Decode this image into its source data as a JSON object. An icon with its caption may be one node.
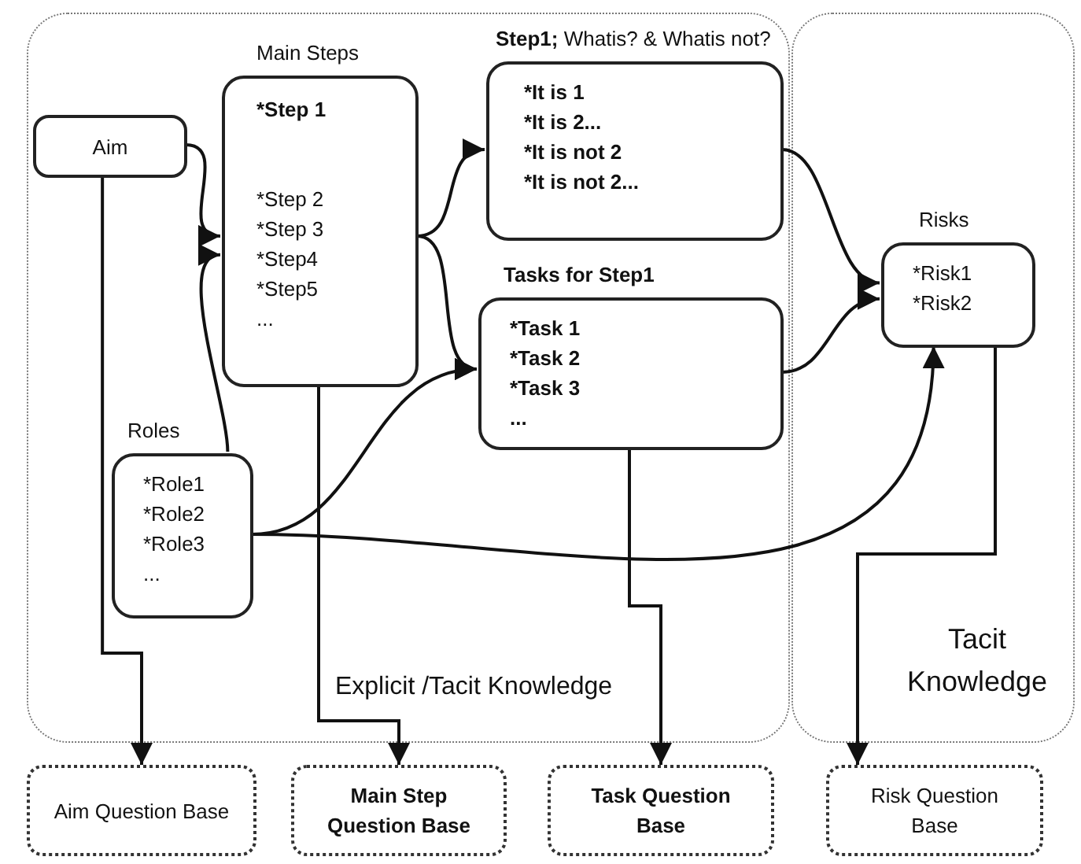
{
  "diagram": {
    "nodes": [
      {
        "text": [
          "Explicit /Tacit Knowledge"
        ]
      },
      {
        "text": [
          "Tacit Knowledge"
        ]
      },
      {
        "text": [
          "Aim"
        ],
        "in": 0
      },
      {
        "text": [
          "Main Steps",
          "*Step 1",
          "*Step 2",
          "*Step 3",
          "*Step4",
          "*Step5",
          "..."
        ],
        "in": 0
      },
      {
        "text": [
          "**Step1;** Whatis? & Whatis not?",
          "*It is 1",
          "*It is 2...",
          "*It is not 2",
          "*It is not 2..."
        ],
        "in": 0
      },
      {
        "text": [
          "Tasks for Step1",
          "*Task 1",
          "*Task 2",
          "*Task 3",
          "..."
        ],
        "in": 0
      },
      {
        "text": [
          "Roles",
          "*Role1",
          "*Role2",
          "*Role3",
          "..."
        ],
        "in": 0
      },
      {
        "text": [
          "Risks",
          "*Risk1",
          "*Risk2"
        ],
        "in": 1
      },
      {
        "text": [
          "Aim Question Base"
        ]
      },
      {
        "text": [
          "Main Step Question Base"
        ]
      },
      {
        "text": [
          "Task Question Base"
        ]
      },
      {
        "text": [
          "Risk Question Base"
        ]
      }
    ],
    "edges": [
      {
        "from": 2,
        "to": 3,
        "arrow": "to"
      },
      {
        "from": 6,
        "to": 3,
        "arrow": "to"
      },
      {
        "from": 3,
        "to": 4,
        "arrow": "to"
      },
      {
        "from": 3,
        "to": 5,
        "arrow": "to"
      },
      {
        "from": 6,
        "to": 5,
        "arrow": "to"
      },
      {
        "from": 6,
        "to": 7,
        "arrow": "to"
      },
      {
        "from": 4,
        "to": 7,
        "arrow": "to"
      },
      {
        "from": 5,
        "to": 7,
        "arrow": "to"
      },
      {
        "from": 2,
        "to": 8,
        "arrow": "to"
      },
      {
        "from": 3,
        "to": 9,
        "arrow": "to"
      },
      {
        "from": 5,
        "to": 10,
        "arrow": "to"
      },
      {
        "from": 7,
        "to": 11,
        "arrow": "to"
      }
    ]
  }
}
